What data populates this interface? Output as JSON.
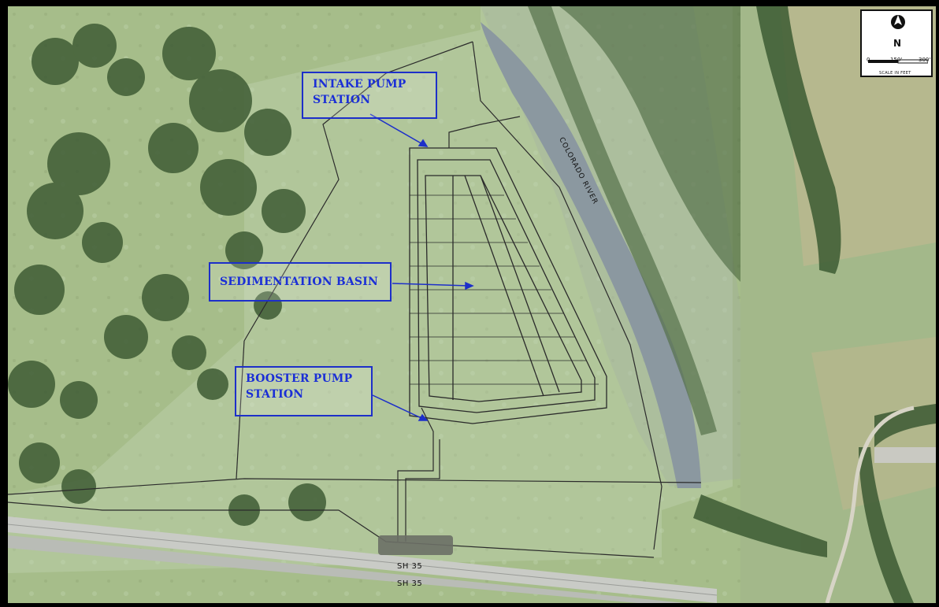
{
  "map": {
    "callouts": {
      "intake": [
        "INTAKE PUMP",
        "STATION"
      ],
      "sedimentation": "SEDIMENTATION BASIN",
      "booster": [
        "BOOSTER PUMP",
        "STATION"
      ]
    },
    "river_label": "COLORADO RIVER",
    "road_labels": [
      "SH 35",
      "SH 35"
    ],
    "scale_bar": {
      "north_label": "N",
      "ticks": [
        "0",
        "150'",
        "300'"
      ],
      "caption": "SCALE IN FEET"
    },
    "colors": {
      "callout_text": "#1b2fd6",
      "callout_border": "#1d2fc9",
      "river": "#8b98a0",
      "pasture": "#a9c08c",
      "trees": "#4a6638"
    }
  }
}
